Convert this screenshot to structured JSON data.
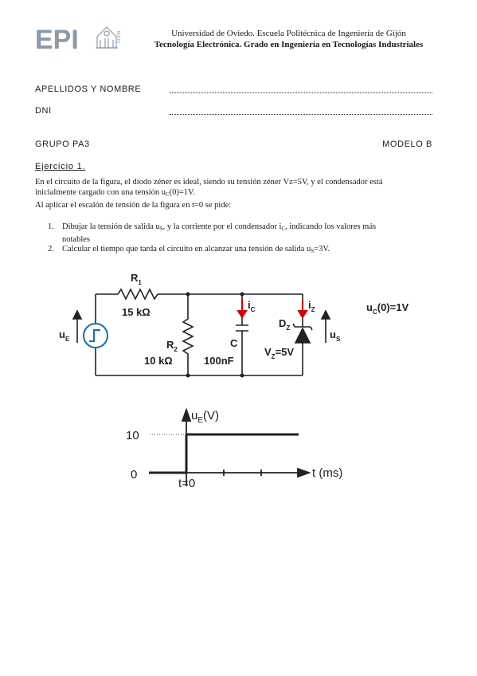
{
  "header": {
    "logo_text": "EPI",
    "logo_subtext": "GIJÓN",
    "line1": "Universidad de Oviedo. Escuela Politécnica de Ingeniería de Gijón",
    "line2": "Tecnología Electrónica. Grado en Ingeniería en Tecnologías Industriales"
  },
  "form": {
    "name_label": "APELLIDOS Y NOMBRE",
    "dni_label": "DNI"
  },
  "group": {
    "grupo": "GRUPO PA3",
    "modelo": "MODELO B"
  },
  "exercise": {
    "title": "Ejercicio 1.",
    "intro_1a": "En el circuito de la figura, el diodo zéner es ideal, siendo su tensión zéner Vz=5V, y el condensador está",
    "intro_1b_pre": "inicialmente cargado con una tensión u",
    "intro_1b_sub": "C",
    "intro_1b_post": "(0)=1V.",
    "intro_2": "Al aplicar el escalón de tensión de la figura en t=0 se pide:",
    "item1_num": "1.",
    "item1_a": "Dibujar la tensión de salida u",
    "item1_sub1": "S",
    "item1_b": ", y la corriente por el condensador i",
    "item1_sub2": "C",
    "item1_c": ", indicando los valores más",
    "item1_d": "notables",
    "item2_num": "2.",
    "item2_a": "Calcular el tiempo que tarda el circuito en alcanzar una tensión de salida u",
    "item2_sub": "S",
    "item2_b": "=3V."
  },
  "circuit": {
    "r1_name": "R",
    "r1_sub": "1",
    "r1_value": "15 kΩ",
    "r2_name": "R",
    "r2_sub": "2",
    "r2_value": "10 kΩ",
    "c_name": "C",
    "c_value": "100nF",
    "ic_name": "i",
    "ic_sub": "C",
    "iz_name": "i",
    "iz_sub": "Z",
    "dz_name": "D",
    "dz_sub": "Z",
    "vz_pre": "V",
    "vz_sub": "Z",
    "vz_post": "=5V",
    "ue_name": "u",
    "ue_sub": "E",
    "us_name": "u",
    "us_sub": "S",
    "uc0_pre": "u",
    "uc0_sub": "C",
    "uc0_post": "(0)=1V"
  },
  "step_graph": {
    "y_label_pre": "u",
    "y_label_sub": "E",
    "y_label_post": "(V)",
    "x_label": "t (ms)",
    "y_tick_10": "10",
    "y_tick_0": "0",
    "t0_label": "t=0"
  },
  "chart_data": {
    "type": "line",
    "title": "",
    "xlabel": "t (ms)",
    "ylabel": "uE(V)",
    "series": [
      {
        "x": [
          -1,
          0,
          0,
          3
        ],
        "y": [
          0,
          0,
          10,
          10
        ]
      }
    ]
  },
  "colors": {
    "current_arrow": "#d40000",
    "logo": "#8c9aa6"
  }
}
